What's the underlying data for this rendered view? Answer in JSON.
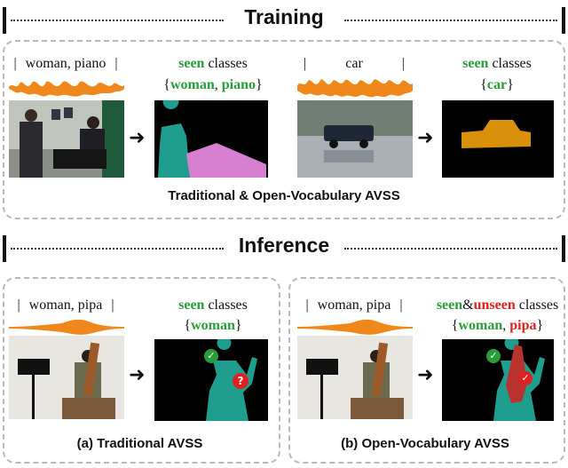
{
  "training": {
    "title": "Training",
    "caption": "Traditional & Open-Vocabulary AVSS",
    "sample1": {
      "audio_label": "woman, piano",
      "bar": "|",
      "seen_word": "seen",
      "classes_word": " classes",
      "brace_open": "{",
      "cls1": "woman",
      "sep": ", ",
      "cls2": "piano",
      "brace_close": "}"
    },
    "sample2": {
      "audio_label": "car",
      "bar": "|",
      "seen_word": "seen",
      "classes_word": " classes",
      "brace_open": "{",
      "cls1": "car",
      "brace_close": "}"
    }
  },
  "inference": {
    "title": "Inference",
    "traditional": {
      "audio_label": "woman, pipa",
      "bar": "|",
      "seen_word": "seen",
      "classes_word": " classes",
      "brace_open": "{",
      "cls1": "woman",
      "brace_close": "}",
      "caption": "(a) Traditional AVSS",
      "check": "✓",
      "question": "?"
    },
    "open_vocab": {
      "audio_label": "woman, pipa",
      "bar": "|",
      "seen_word": "seen",
      "amp": "&",
      "unseen_word": "unseen",
      "classes_word": " classes",
      "brace_open": "{",
      "cls1": "woman",
      "sep": ", ",
      "cls2": "pipa",
      "brace_close": "}",
      "caption": "(b) Open-Vocabulary AVSS",
      "check1": "✓",
      "check2": "✓"
    }
  },
  "colors": {
    "audio_wave": "#f0871a",
    "seen": "#2a9d3a",
    "unseen": "#e02020",
    "woman_mask": "#1f9e8f",
    "piano_mask": "#d77fd0",
    "car_mask": "#d9900a",
    "pipa_mask": "#b8322e",
    "panel_border": "#b8b8b8"
  }
}
